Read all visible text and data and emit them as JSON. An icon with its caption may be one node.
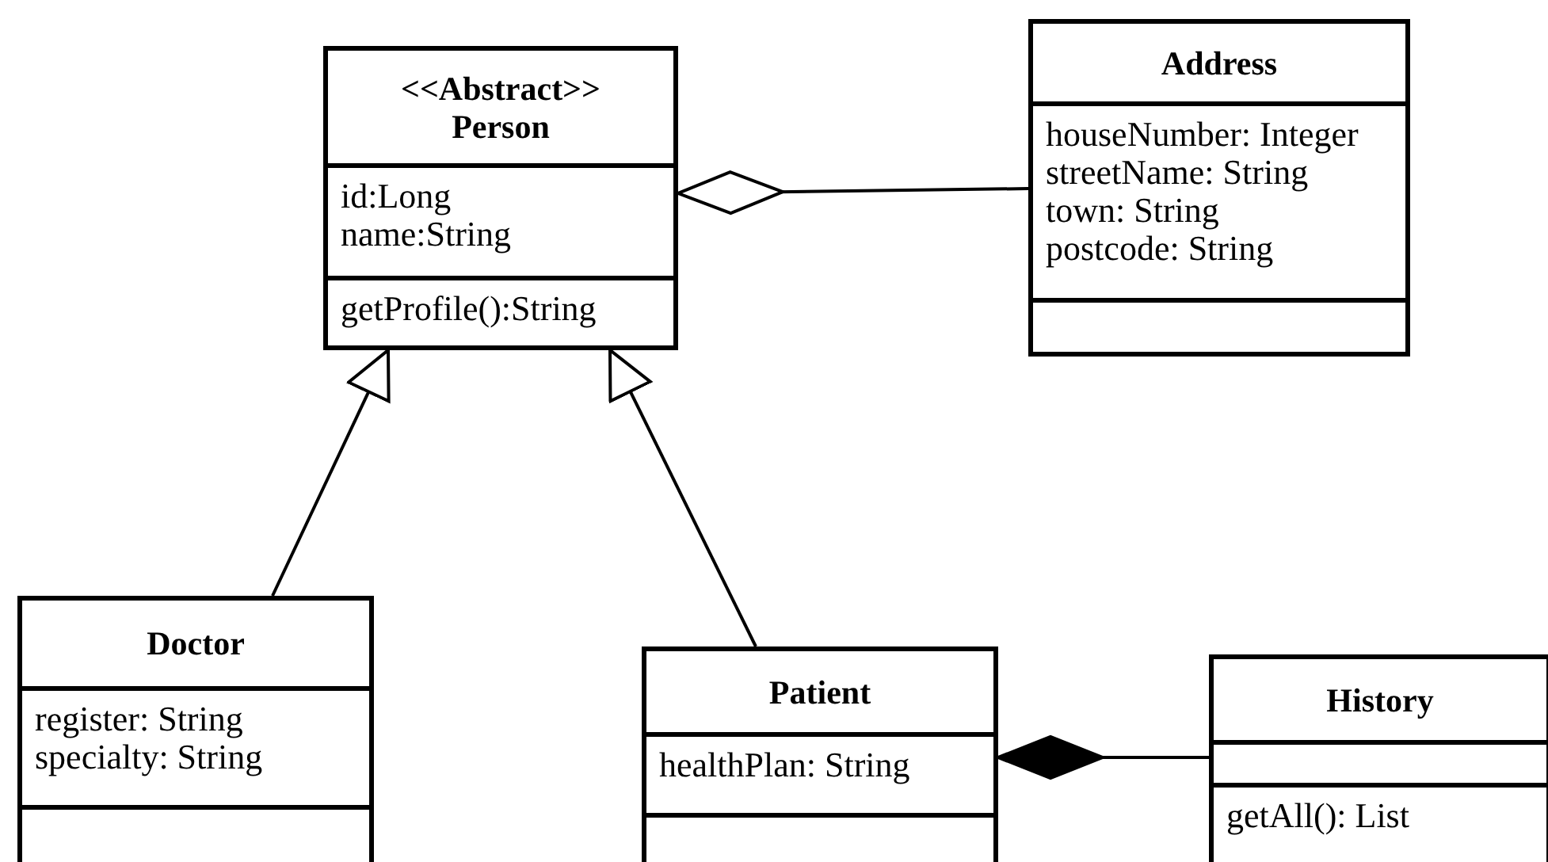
{
  "diagram": {
    "nodes": [
      {
        "text": [
          "<<Abstract>>",
          "Person",
          "id:Long",
          "name:String",
          "getProfile():String"
        ]
      },
      {
        "text": [
          "Address",
          "houseNumber: Integer",
          "streetName: String",
          "town: String",
          "postcode: String"
        ]
      },
      {
        "text": [
          "Doctor",
          "register: String",
          "specialty: String"
        ]
      },
      {
        "text": [
          "Patient",
          "healthPlan: String"
        ]
      },
      {
        "text": [
          "History",
          "getAll(): List"
        ]
      }
    ],
    "edges": [
      {
        "from": 2,
        "to": 0,
        "arrow": "to"
      },
      {
        "from": 3,
        "to": 0,
        "arrow": "to"
      },
      {
        "from": 1,
        "to": 0,
        "arrow": "other"
      },
      {
        "from": 4,
        "to": 3,
        "arrow": "other"
      }
    ]
  }
}
